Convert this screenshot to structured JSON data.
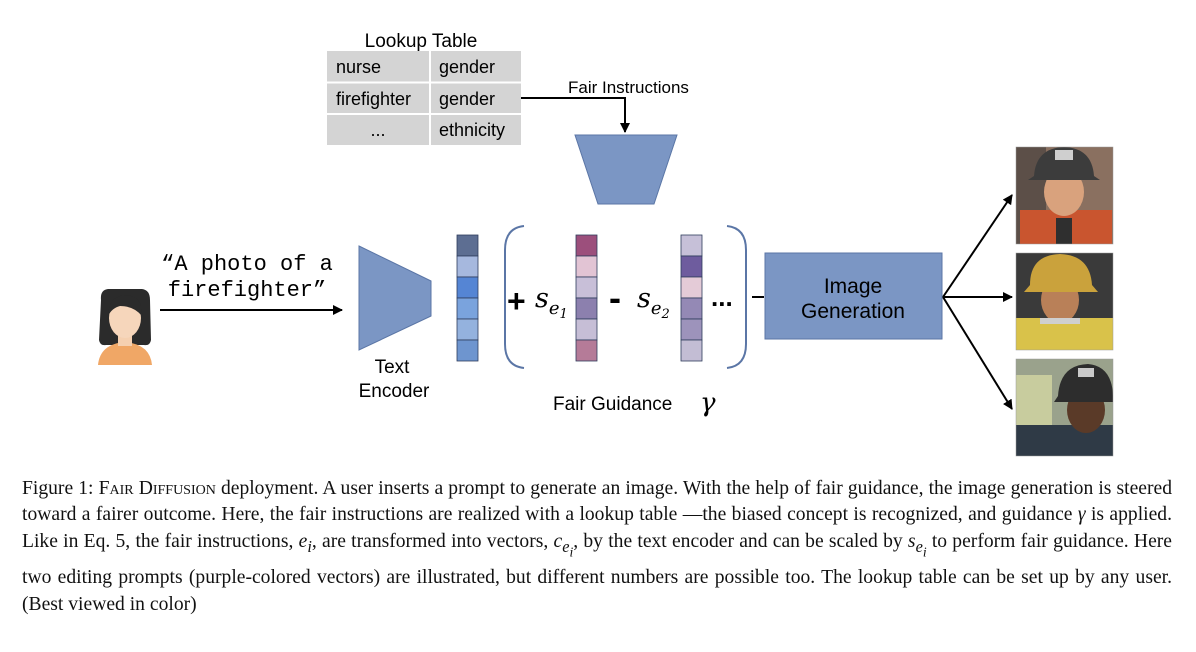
{
  "lookup_table": {
    "title": "Lookup Table",
    "rows": [
      [
        "nurse",
        "gender"
      ],
      [
        "firefighter",
        "gender"
      ],
      [
        "...",
        "ethnicity"
      ]
    ]
  },
  "fair_instructions_label": "Fair Instructions",
  "prompt": {
    "line1": "“A photo of a",
    "line2": "firefighter”"
  },
  "text_encoder_label": {
    "line1": "Text",
    "line2": "Encoder"
  },
  "guidance": {
    "plus": "+",
    "minus": "-",
    "s_symbol": "s",
    "e_symbol": "e",
    "sub1": "1",
    "sub2": "2",
    "ellipsis": "...",
    "label": "Fair Guidance",
    "gamma": "γ"
  },
  "image_generation_label": {
    "line1": "Image",
    "line2": "Generation"
  },
  "colors": {
    "block_blue": "#7b96c4",
    "block_border": "#5b76a6",
    "table_gray": "#d4d4d4",
    "encoder_vector": [
      "#5d6e92",
      "#a6b8de",
      "#5585d4",
      "#7aa3dd",
      "#94b2de",
      "#6e95cf"
    ],
    "vector_e1": [
      "#9c4f7c",
      "#e2c4d4",
      "#c8bfd8",
      "#8c80ae",
      "#c6bed6",
      "#b57b98"
    ],
    "vector_e2": [
      "#c6c0d8",
      "#6e5c9e",
      "#e4cbd7",
      "#9489b5",
      "#9d93bb",
      "#c3bdd4"
    ]
  },
  "caption": {
    "fig_label": "Figure 1:",
    "name": "Fair Diffusion",
    "line1_rest": "deployment. A user inserts a prompt to generate an image. With the help of fair guidance,",
    "line2": "the image generation is steered toward a fairer outcome. Here, the fair instructions are realized with a lookup table",
    "line3a": "—the biased concept is recognized, and guidance",
    "line3b": "is applied. Like in Eq. 5, the fair instructions,",
    "line4a": "into vectors,",
    "line4b": "by the text encoder and can be scaled by",
    "line4c": "to perform fair guidance. Here two editing prompts",
    "line5": "(purple-colored vectors) are illustrated, but different numbers are possible too. The lookup table can be set up by any",
    "line6": "user. (Best viewed in color)",
    "gamma": "γ",
    "e_i": "e",
    "e_i_sub": "i",
    "c": "c",
    "s": "s",
    "are_transformed": "are transformed"
  },
  "icons": {
    "user": "user-avatar-icon",
    "outputs": [
      "firefighter-portrait-1",
      "firefighter-portrait-2",
      "firefighter-portrait-3"
    ]
  }
}
